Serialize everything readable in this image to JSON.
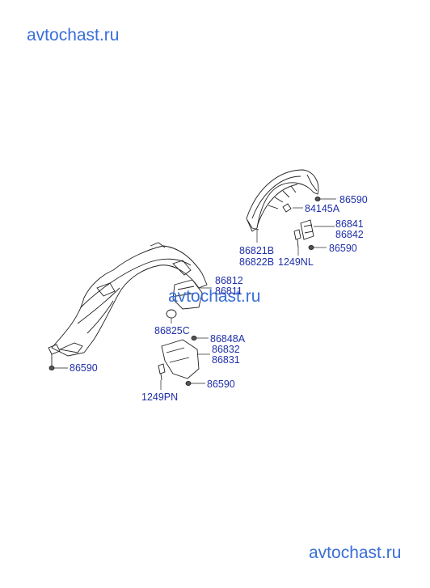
{
  "watermarks": {
    "top": "avtochast.ru",
    "middle": "avtochast.ru",
    "bottom": "avtochast.ru"
  },
  "labels": {
    "rear_a": "86590",
    "rear_b": "84145A",
    "rear_c": "86841",
    "rear_d": "86842",
    "rear_e": "86590",
    "rear_f": "86821B",
    "rear_g": "86822B",
    "rear_h": "1249NL",
    "front_a": "86812",
    "front_b": "86811",
    "front_c": "86825C",
    "front_d": "86848A",
    "front_e": "86832",
    "front_f": "86831",
    "front_g": "86590",
    "front_h": "1249PN",
    "front_i": "86590"
  },
  "colors": {
    "watermark": "#3a6fd8",
    "label": "#1f2fa8",
    "line": "#222222"
  }
}
